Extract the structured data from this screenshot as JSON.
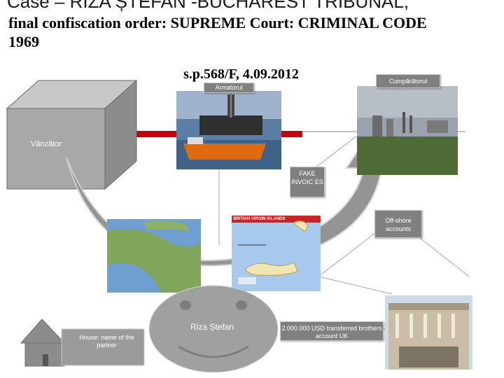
{
  "header": {
    "case_line": "Case – RIZA ȘTEFAN -BUCHAREST TRIBUNAL,",
    "order_line1": "final confiscation order: SUPREME Court: CRIMINAL CODE",
    "order_line2": "1969",
    "reference": "s.p.568/F, 4.09.2012"
  },
  "labels": {
    "armatorul": "Armatorul",
    "cumparatorul": "Cumpărătorul",
    "vanzator": "Vânzător",
    "fake_invoices": "FAKE INVOIC ES",
    "offshore": "Off-shore accounts",
    "house": "House: name of the partner",
    "riza": "Riza Ștefan",
    "transfer": "2.000.000 USD transferred brothers account UK"
  },
  "map": {
    "title": "BRITISH VIRGIN ISLANDS"
  },
  "colors": {
    "box_gray": "#808080",
    "arrow_red": "#cc0000",
    "shape_gray": "#999999",
    "face_fill": "#a0a0a0"
  }
}
